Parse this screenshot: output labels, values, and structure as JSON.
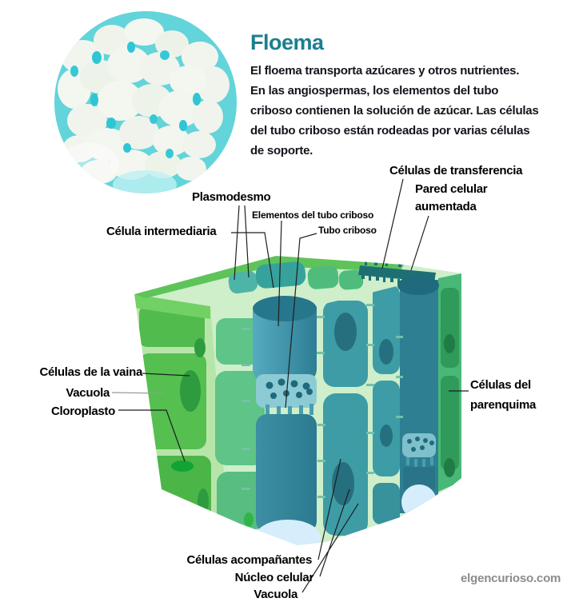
{
  "header": {
    "title": "Floema",
    "description_lines": [
      "El floema transporta azúcares y otros nutrientes.",
      "En las angiospermas, los elementos del tubo",
      "criboso contienen la solución de azúcar. Las células",
      "del tubo criboso están rodeadas por varias células",
      "de soporte."
    ]
  },
  "labels": {
    "transferencia": "Células de transferencia",
    "pared_line1": "Pared celular",
    "pared_line2": "aumentada",
    "plasmodesmo": "Plasmodesmo",
    "elementos": "Elementos del tubo criboso",
    "tubo": "Tubo criboso",
    "intermediaria": "Célula intermediaria",
    "vaina": "Células de la vaina",
    "vacuola_izquierda": "Vacuola",
    "cloroplasto": "Cloroplasto",
    "parenquima_line1": "Células del",
    "parenquima_line2": "parenquima",
    "acompanantes": "Células acompañantes",
    "nucleo": "Núcleo celular",
    "vacuola_inferior": "Vacuola"
  },
  "footer": {
    "watermark": "elgencurioso.com"
  },
  "colors": {
    "title": "#1a7f90",
    "label": "#000000",
    "watermark": "#8c8c8c",
    "leader_line": "#1f1f1f",
    "left_face_green": "#58c153",
    "mint_wall": "#cfeeca",
    "teal_cell": "#3d9ca6",
    "tube_teal": "#2d7e95",
    "cut_blue": "#d6edfb",
    "micrograph_cyan": "#62d4da"
  }
}
